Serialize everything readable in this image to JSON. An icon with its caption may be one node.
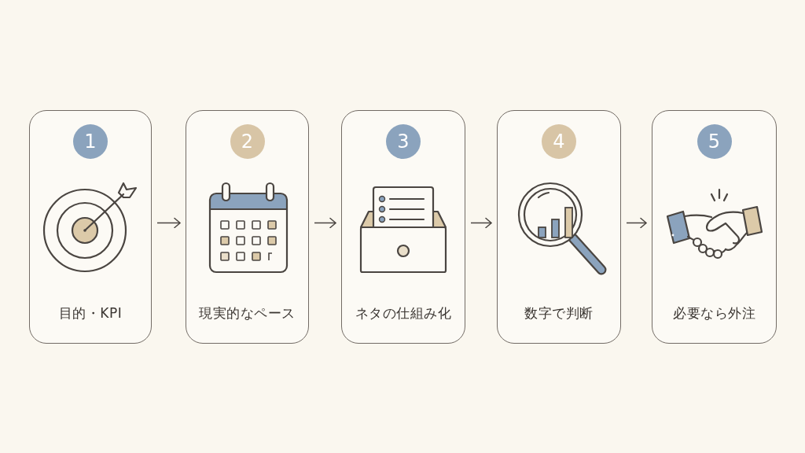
{
  "diagram": {
    "nodes": [
      {
        "text": [
          "1",
          "目的・KPI"
        ]
      },
      {
        "text": [
          "2",
          "現実的なペース"
        ]
      },
      {
        "text": [
          "3",
          "ネタの仕組み化"
        ]
      },
      {
        "text": [
          "4",
          "数字で判断"
        ]
      },
      {
        "text": [
          "5",
          "必要なら外注"
        ]
      }
    ],
    "edges": [
      {
        "from": 0,
        "to": 1,
        "arrow": "to"
      },
      {
        "from": 1,
        "to": 2,
        "arrow": "to"
      },
      {
        "from": 2,
        "to": 3,
        "arrow": "to"
      },
      {
        "from": 3,
        "to": 4,
        "arrow": "to"
      }
    ]
  }
}
